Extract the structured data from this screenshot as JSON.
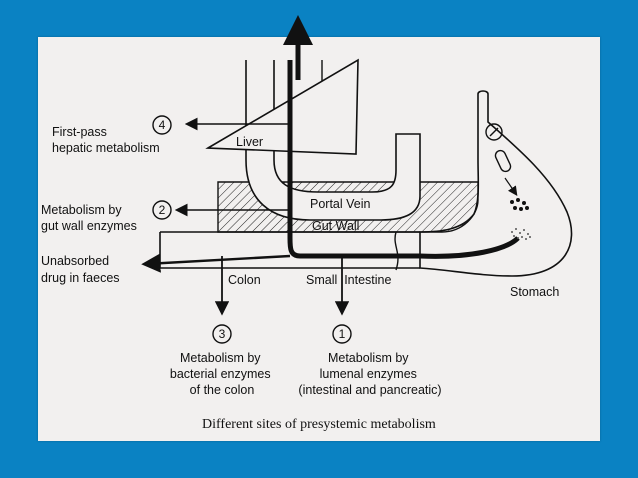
{
  "diagram": {
    "caption": "Different sites of presystemic metabolism",
    "labels": {
      "liver": "Liver",
      "portal_vein": "Portal Vein",
      "gut_wall": "Gut Wall",
      "colon": "Colon",
      "small_intestine": "Small  Intestine",
      "stomach": "Stomach"
    },
    "sites": [
      {
        "number": "4",
        "lines": [
          "First-pass",
          "hepatic metabolism"
        ]
      },
      {
        "number": "2",
        "lines": [
          "Metabolism by",
          "gut wall enzymes"
        ]
      },
      {
        "number": "3",
        "lines": [
          "Metabolism by",
          "bacterial enzymes",
          "of the colon"
        ]
      },
      {
        "number": "1",
        "lines": [
          "Metabolism by",
          "lumenal enzymes",
          "(intestinal and pancreatic)"
        ]
      }
    ],
    "unabsorbed": {
      "lines": [
        "Unabsorbed",
        "drug in faeces"
      ]
    }
  }
}
